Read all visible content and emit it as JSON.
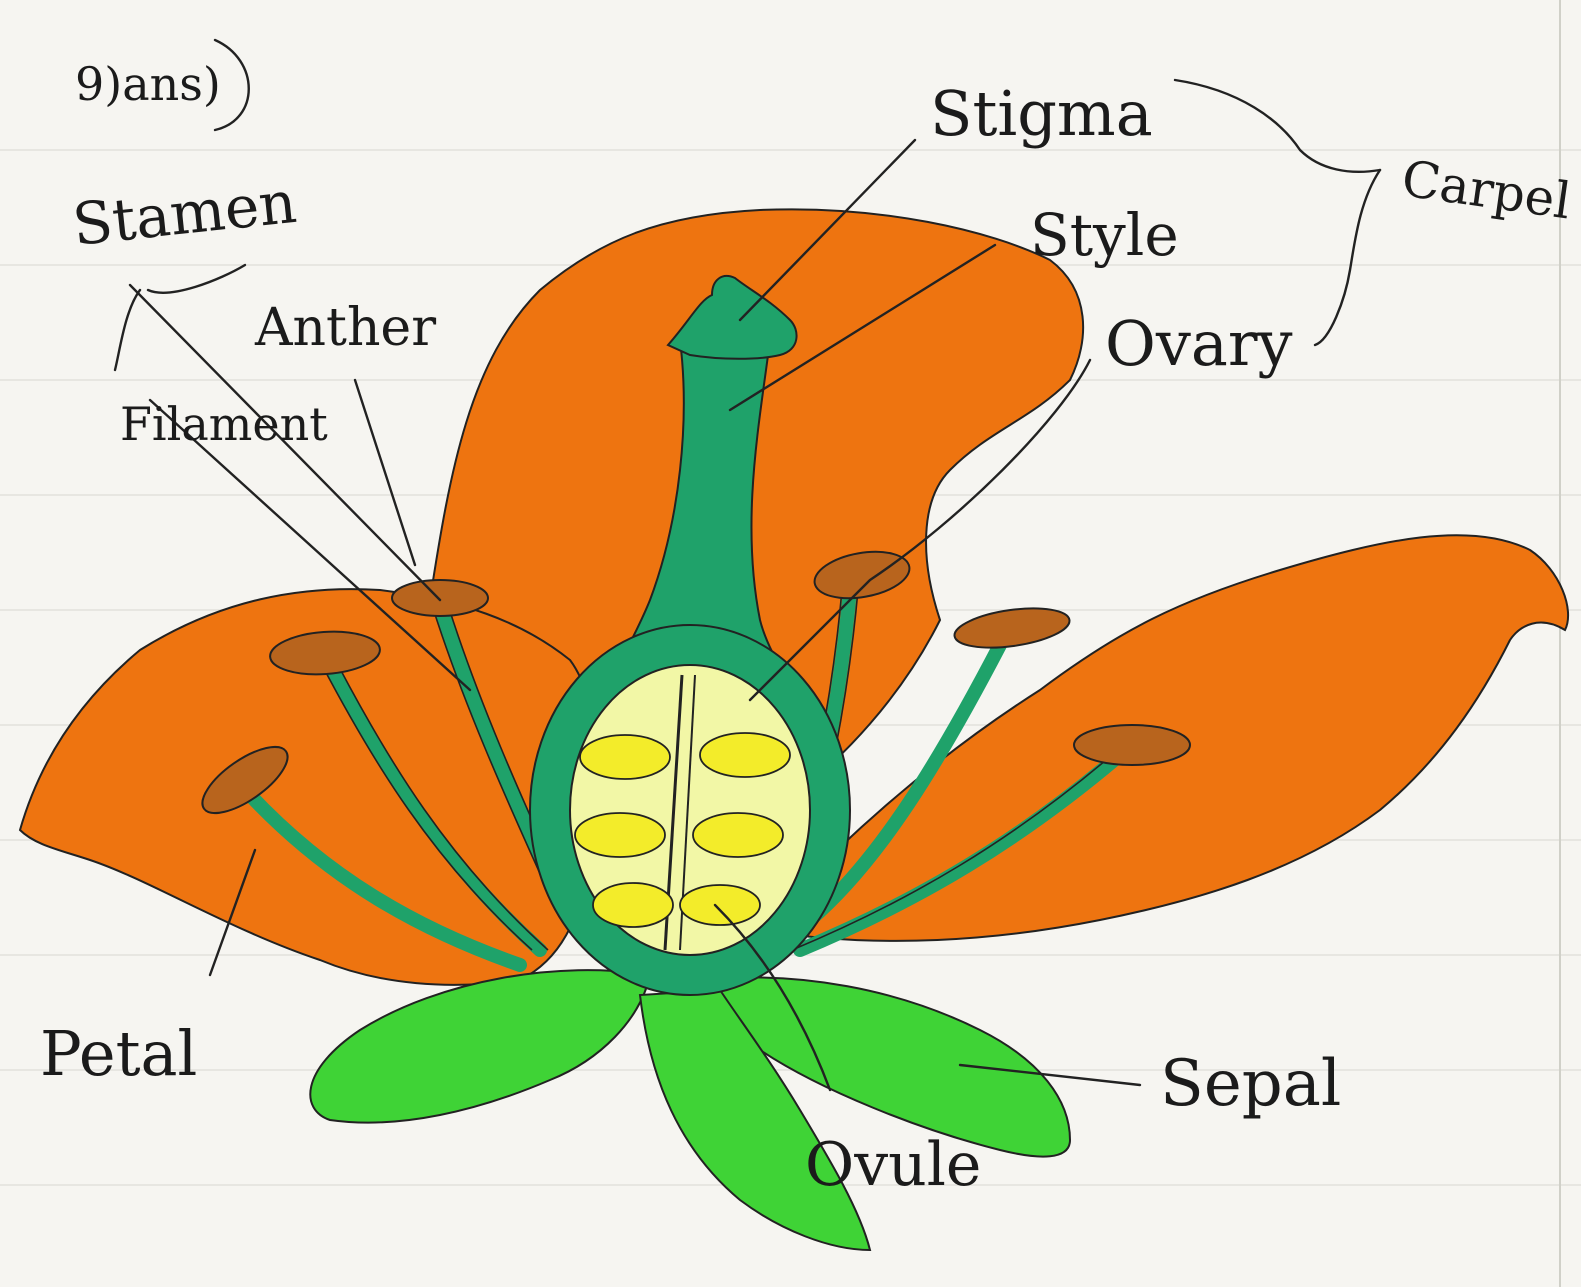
{
  "question_label": "9)ans)",
  "labels": {
    "stigma": "Stigma",
    "style": "Style",
    "ovary": "Ovary",
    "carpel": "Carpel",
    "stamen": "Stamen",
    "anther": "Anther",
    "filament": "Filament",
    "petal": "Petal",
    "sepal": "Sepal",
    "ovule": "Ovule"
  },
  "colors": {
    "petal": "#ee7410",
    "petal_dark": "#d85f05",
    "sepal": "#3fd336",
    "pistil": "#1fa26a",
    "ovary_inner": "#f2f7a6",
    "ovule": "#f3ec2a",
    "anther": "#b8641d",
    "paper": "#f6f5f1",
    "ink": "#1b1b1b"
  }
}
